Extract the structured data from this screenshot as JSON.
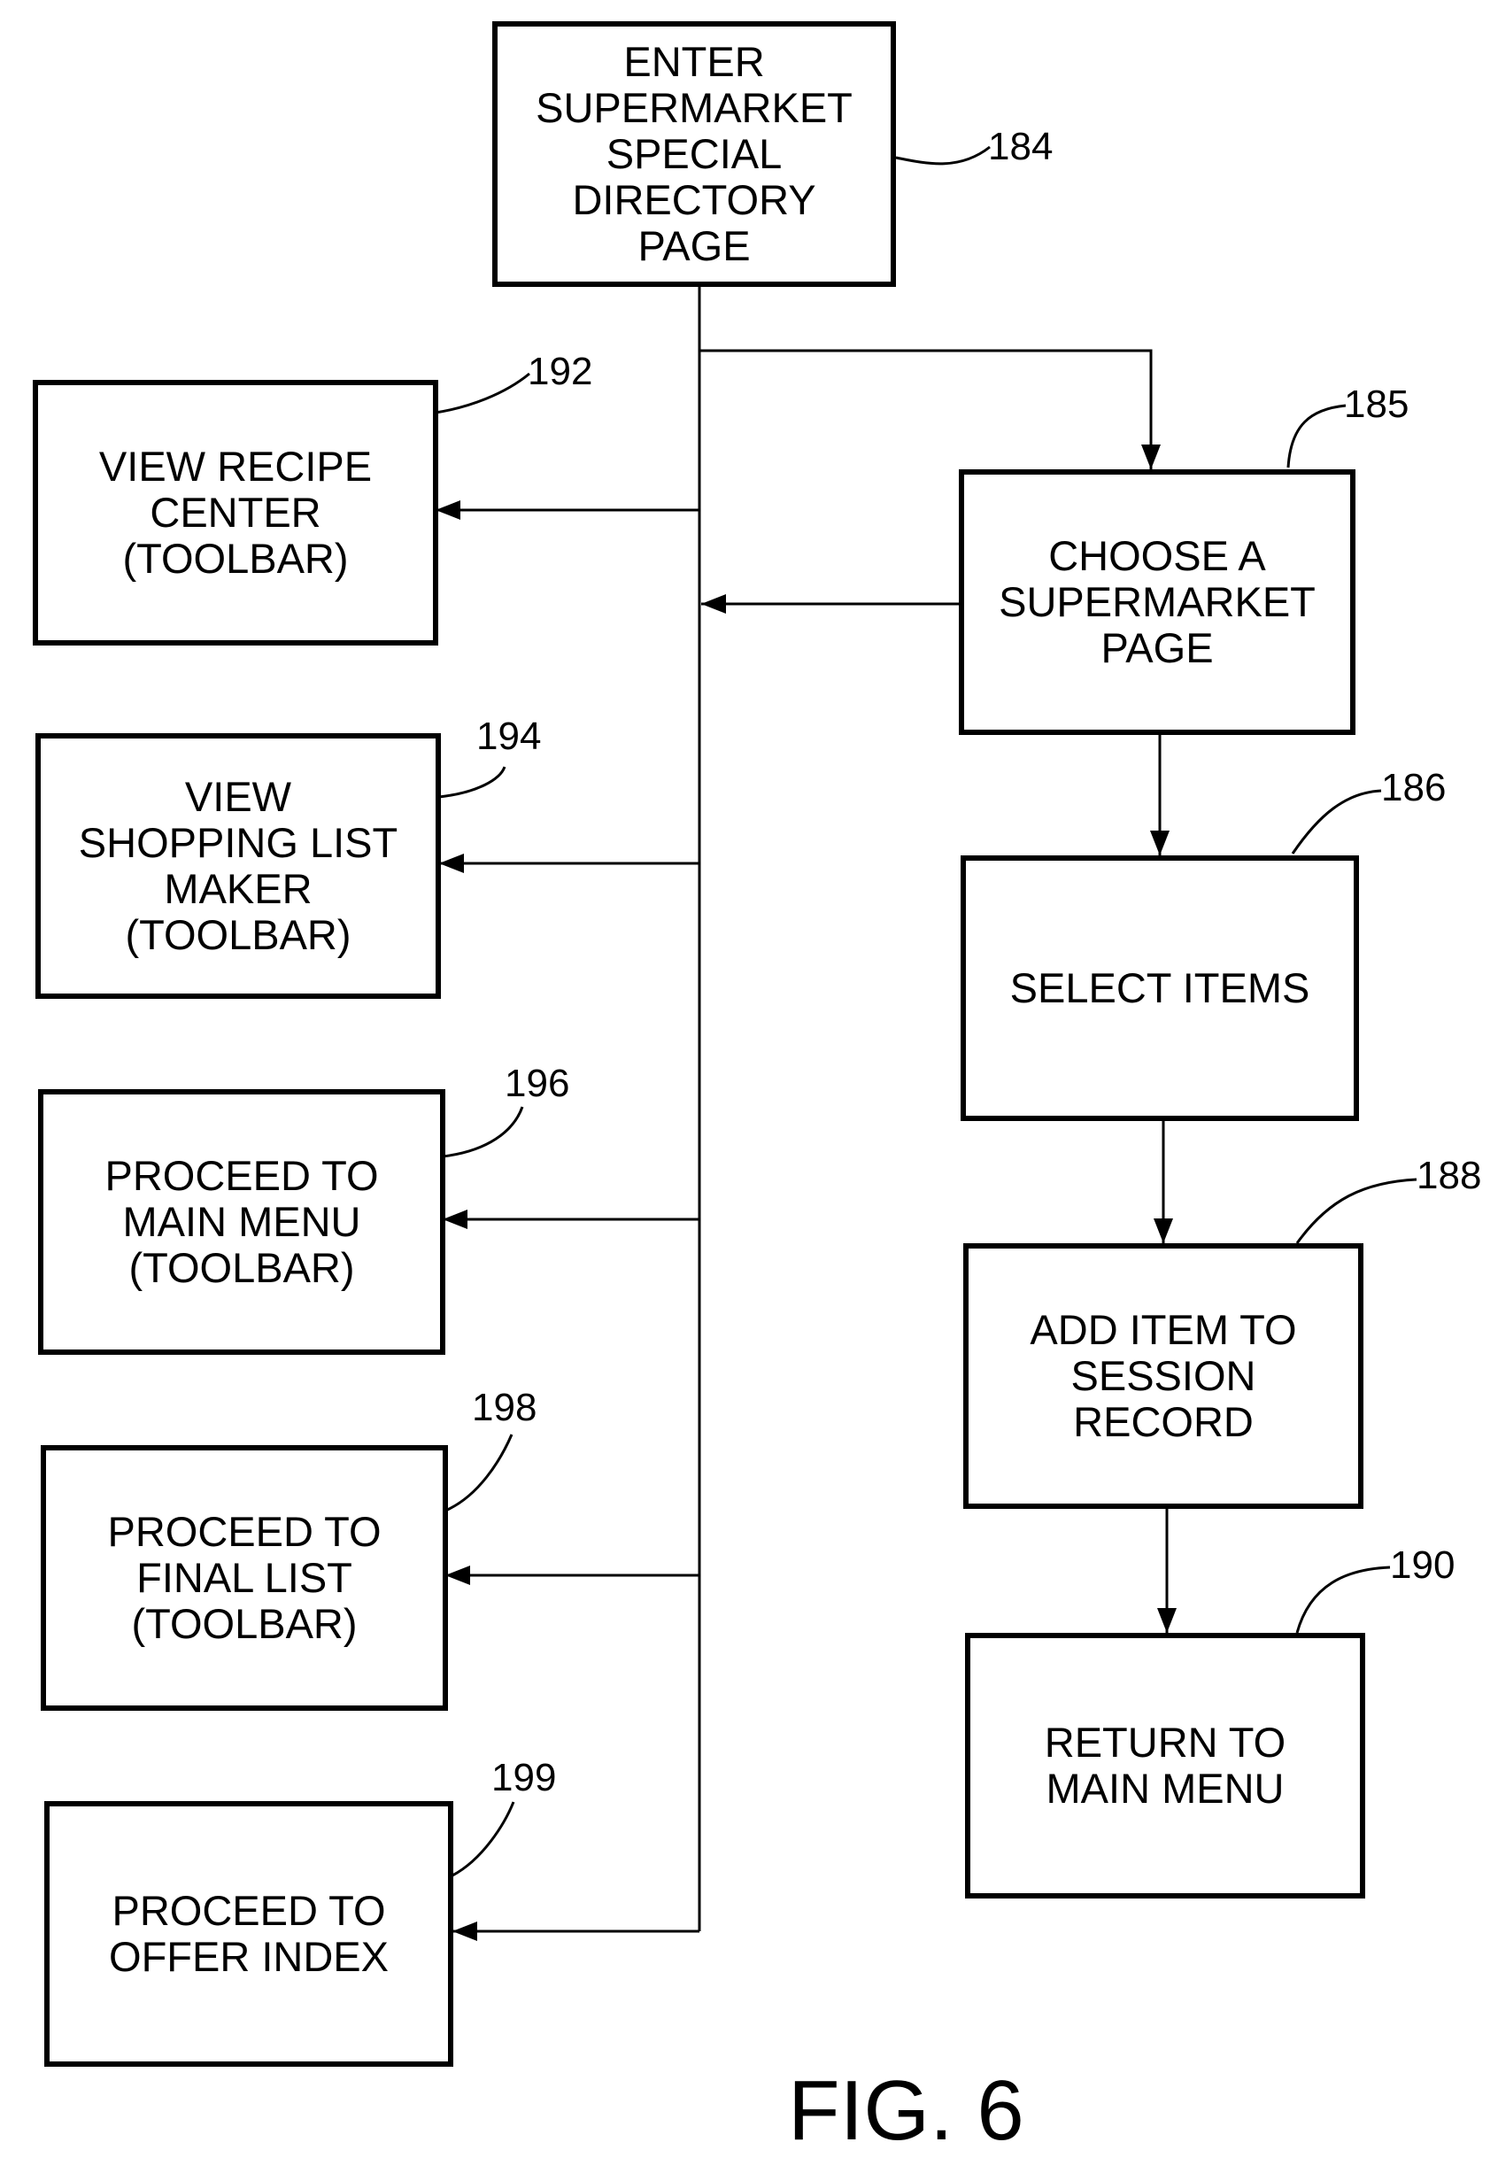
{
  "figure_label": "FIG. 6",
  "steps": {
    "enter_directory": {
      "ref": "184",
      "label": "ENTER\nSUPERMARKET\nSPECIAL\nDIRECTORY\nPAGE"
    },
    "choose_supermarket": {
      "ref": "185",
      "label": "CHOOSE A\nSUPERMARKET\nPAGE"
    },
    "select_items": {
      "ref": "186",
      "label": "SELECT ITEMS"
    },
    "add_item": {
      "ref": "188",
      "label": "ADD ITEM TO\nSESSION\nRECORD"
    },
    "return_main": {
      "ref": "190",
      "label": "RETURN TO\nMAIN MENU"
    },
    "view_recipe": {
      "ref": "192",
      "label": "VIEW RECIPE\nCENTER\n(TOOLBAR)"
    },
    "view_shopping": {
      "ref": "194",
      "label": "VIEW\nSHOPPING LIST\nMAKER\n(TOOLBAR)"
    },
    "proceed_main": {
      "ref": "196",
      "label": "PROCEED TO\nMAIN MENU\n(TOOLBAR)"
    },
    "proceed_final": {
      "ref": "198",
      "label": "PROCEED TO\nFINAL LIST\n(TOOLBAR)"
    },
    "proceed_offer": {
      "ref": "199",
      "label": "PROCEED TO\nOFFER INDEX"
    }
  }
}
